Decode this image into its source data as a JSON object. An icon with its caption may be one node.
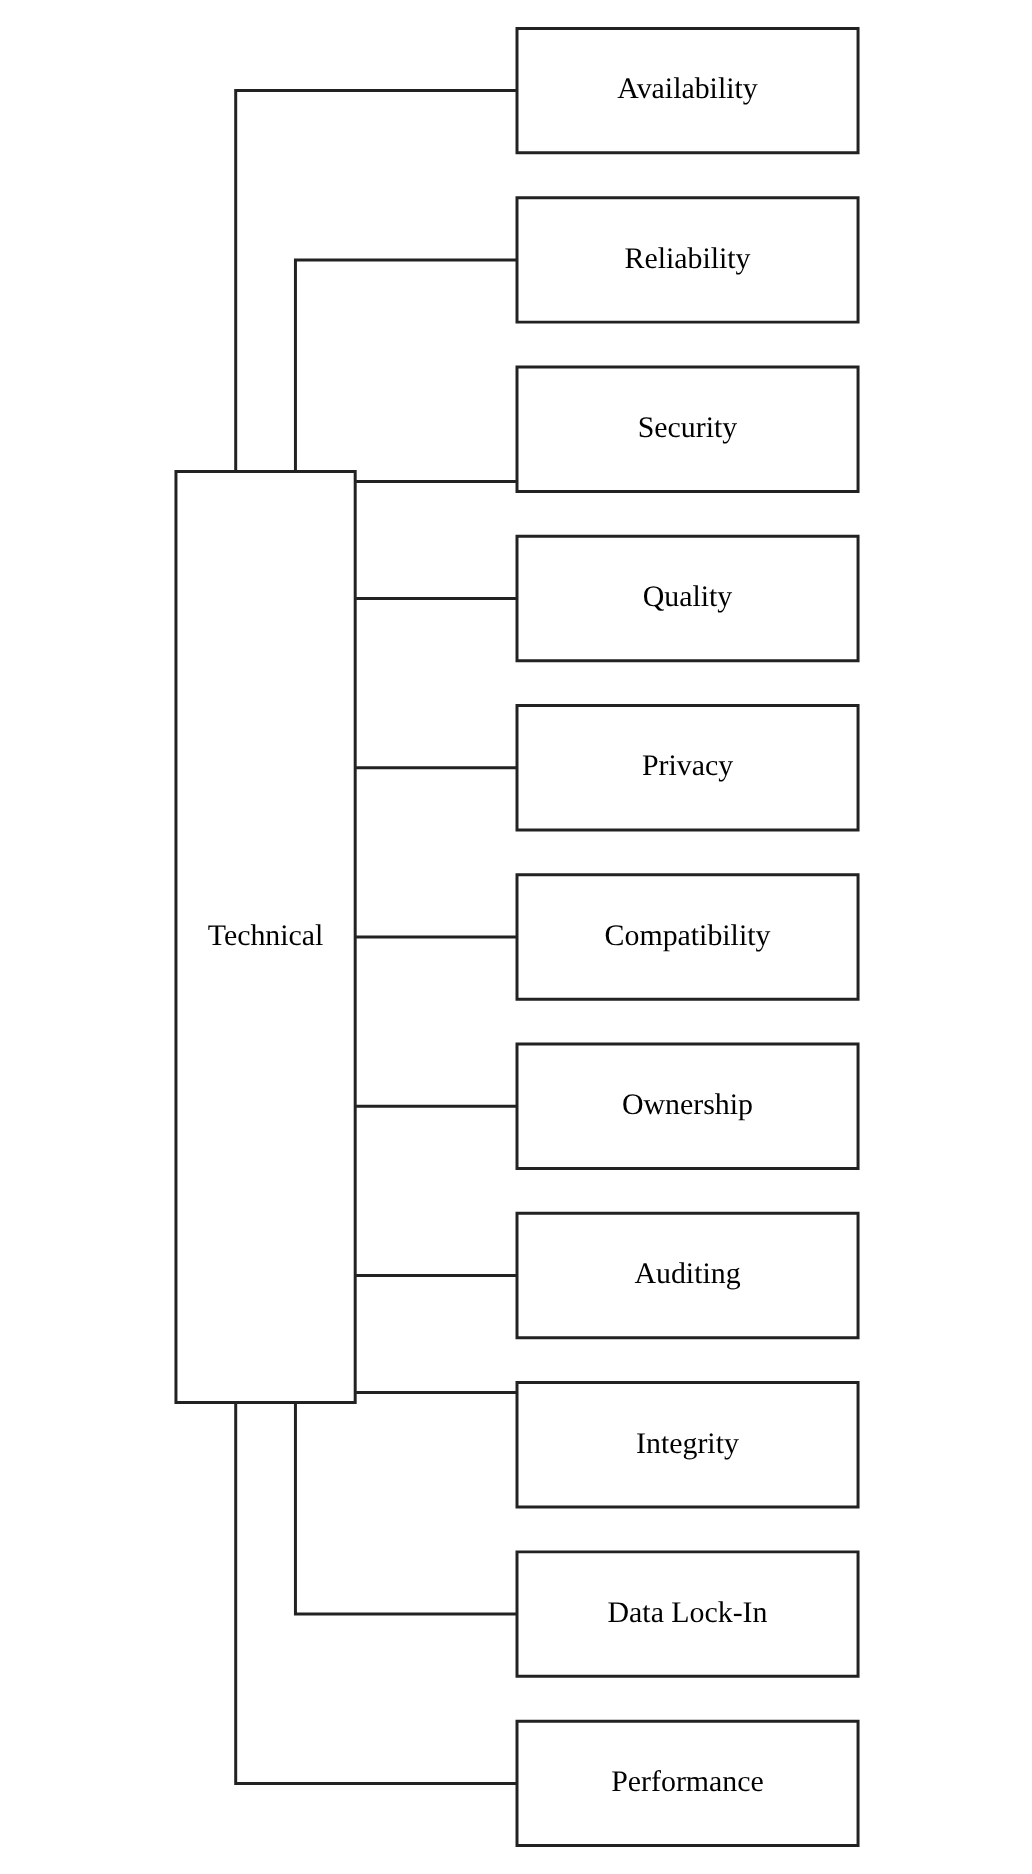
{
  "diagram": {
    "nodes": [
      {
        "text": [
          "Technical"
        ]
      },
      {
        "text": [
          "Availability"
        ]
      },
      {
        "text": [
          "Reliability"
        ]
      },
      {
        "text": [
          "Security"
        ]
      },
      {
        "text": [
          "Quality"
        ]
      },
      {
        "text": [
          "Privacy"
        ]
      },
      {
        "text": [
          "Compatibility"
        ]
      },
      {
        "text": [
          "Ownership"
        ]
      },
      {
        "text": [
          "Auditing"
        ]
      },
      {
        "text": [
          "Integrity"
        ]
      },
      {
        "text": [
          "Data Lock-In"
        ]
      },
      {
        "text": [
          "Performance"
        ]
      }
    ],
    "edges": [
      {
        "from": 0,
        "to": 1,
        "arrow": "none"
      },
      {
        "from": 0,
        "to": 2,
        "arrow": "none"
      },
      {
        "from": 0,
        "to": 3,
        "arrow": "none"
      },
      {
        "from": 0,
        "to": 4,
        "arrow": "none"
      },
      {
        "from": 0,
        "to": 5,
        "arrow": "none"
      },
      {
        "from": 0,
        "to": 6,
        "arrow": "none"
      },
      {
        "from": 0,
        "to": 7,
        "arrow": "none"
      },
      {
        "from": 0,
        "to": 8,
        "arrow": "none"
      },
      {
        "from": 0,
        "to": 9,
        "arrow": "none"
      },
      {
        "from": 0,
        "to": 10,
        "arrow": "none"
      },
      {
        "from": 0,
        "to": 11,
        "arrow": "none"
      }
    ]
  }
}
